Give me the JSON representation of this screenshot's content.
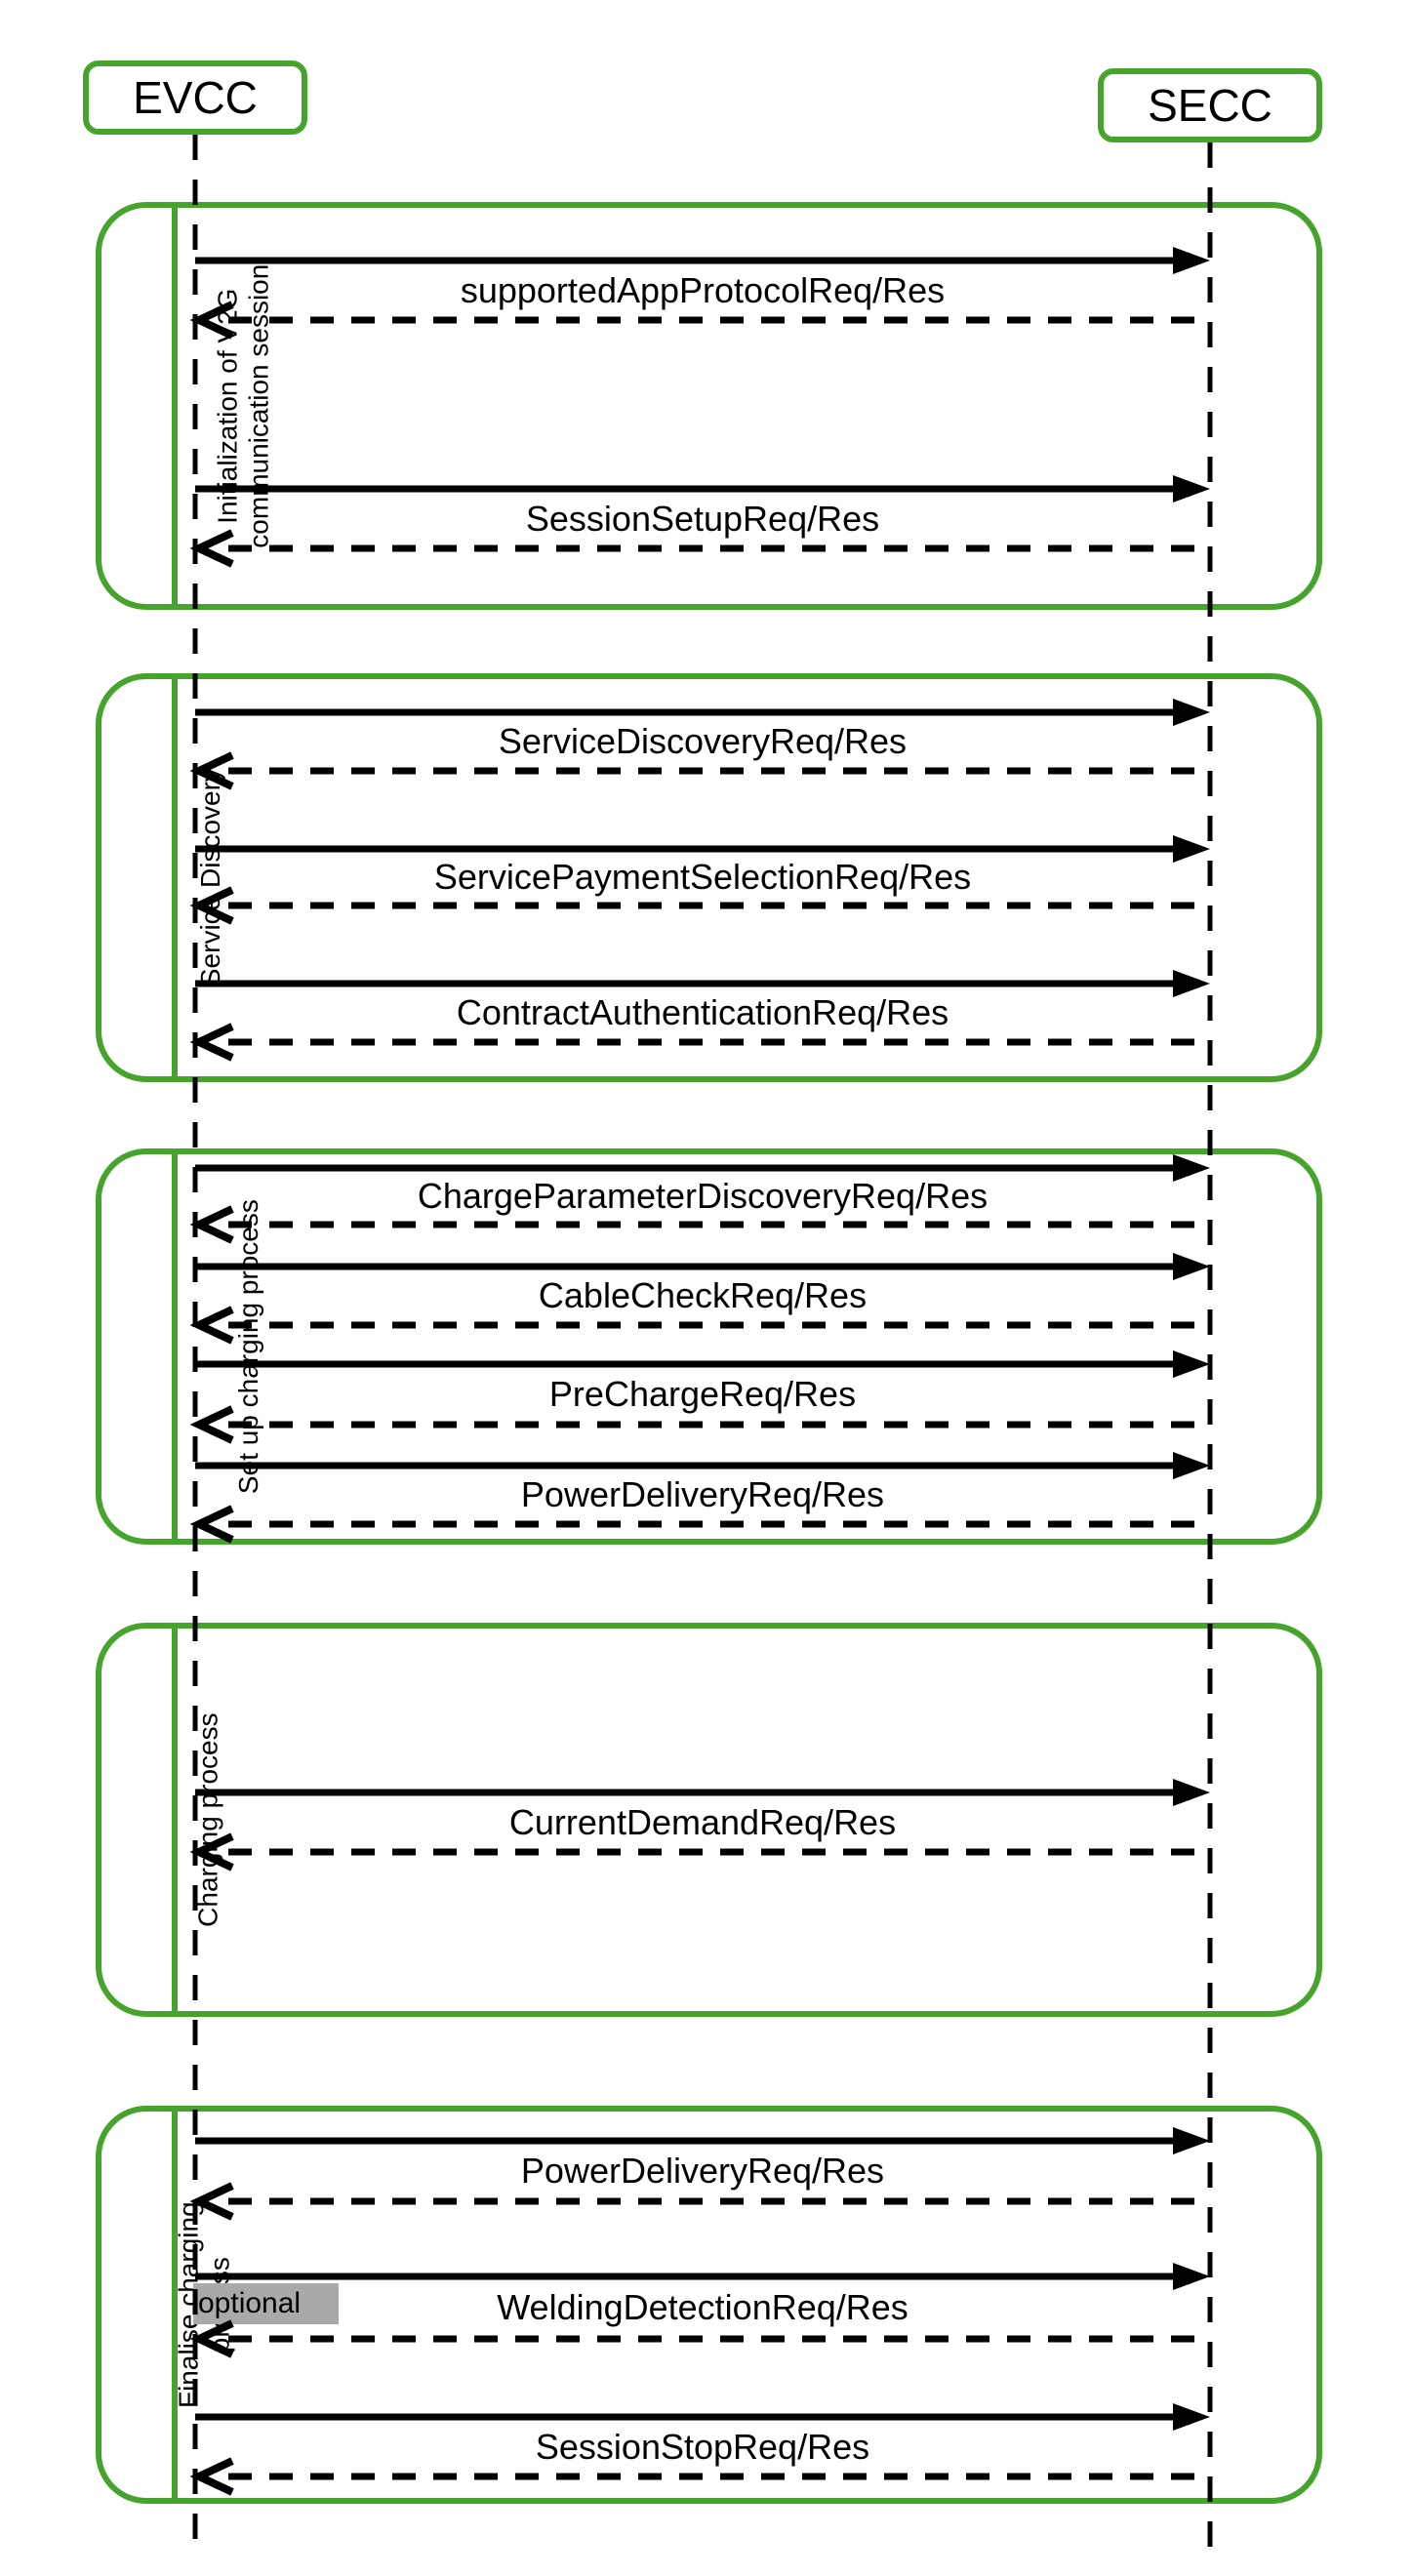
{
  "diagram_type": "sequence-diagram",
  "actors": [
    {
      "id": "evcc",
      "label": "EVCC"
    },
    {
      "id": "secc",
      "label": "SECC"
    }
  ],
  "colors": {
    "green": "#46a42c",
    "gray": "#a9a9a9",
    "line": "#000000",
    "background": "#ffffff"
  },
  "sections": [
    {
      "label_lines": [
        "Initialization of V2G",
        "communication session"
      ],
      "messages": [
        {
          "label": "supportedAppProtocolReq/Res"
        },
        {
          "label": "SessionSetupReq/Res"
        }
      ]
    },
    {
      "label_lines": [
        "Service Discovery"
      ],
      "messages": [
        {
          "label": "ServiceDiscoveryReq/Res"
        },
        {
          "label": "ServicePaymentSelectionReq/Res"
        },
        {
          "label": "ContractAuthenticationReq/Res"
        }
      ]
    },
    {
      "label_lines": [
        "Set up charging process"
      ],
      "messages": [
        {
          "label": "ChargeParameterDiscoveryReq/Res"
        },
        {
          "label": "CableCheckReq/Res"
        },
        {
          "label": "PreChargeReq/Res"
        },
        {
          "label": "PowerDeliveryReq/Res"
        }
      ]
    },
    {
      "label_lines": [
        "Charging process"
      ],
      "messages": [
        {
          "label": "CurrentDemandReq/Res"
        }
      ]
    },
    {
      "label_lines": [
        "Finalise charging",
        "process"
      ],
      "messages": [
        {
          "label": "PowerDeliveryReq/Res"
        },
        {
          "label": "WeldingDetectionReq/Res",
          "badge": "optional"
        },
        {
          "label": "SessionStopReq/Res"
        }
      ]
    }
  ]
}
